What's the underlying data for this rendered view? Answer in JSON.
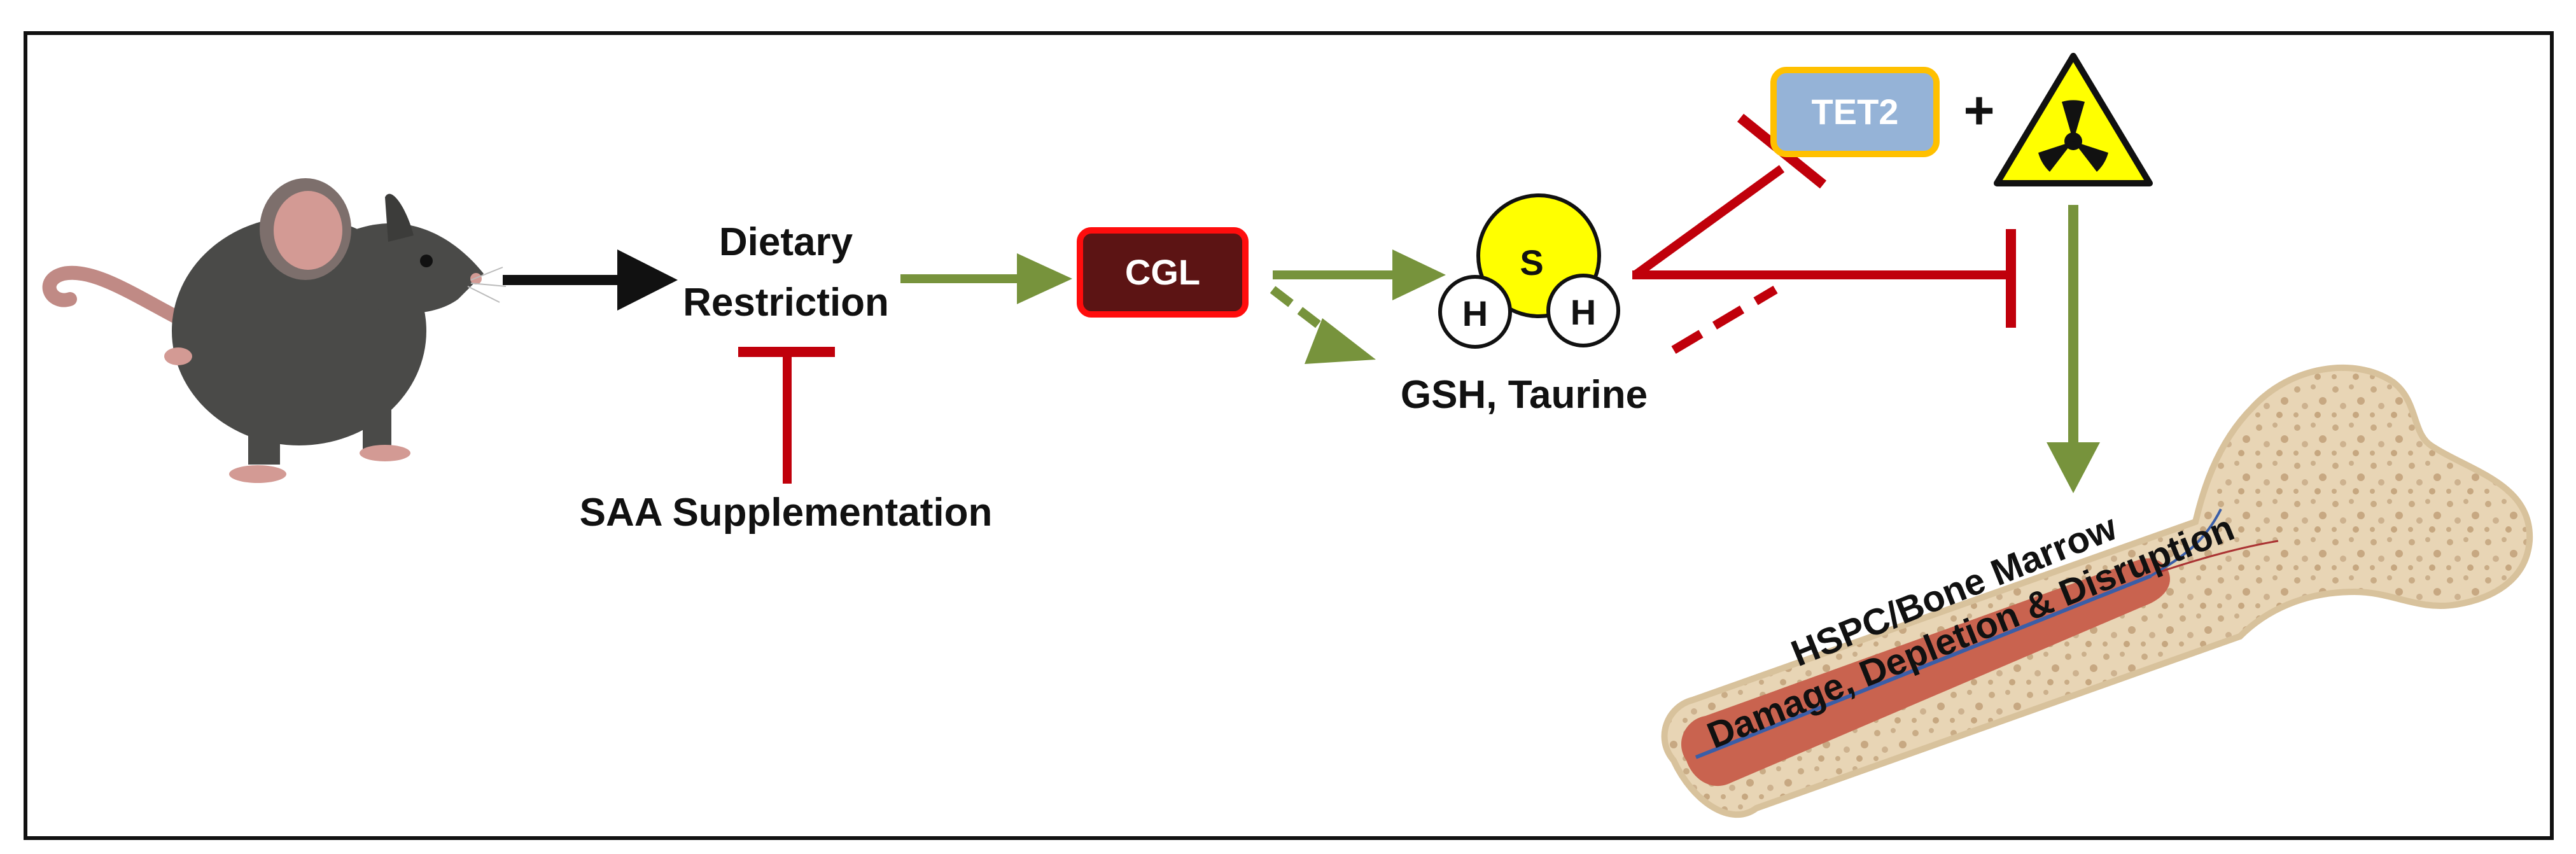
{
  "nodes": {
    "diet_line1": "Dietary",
    "diet_line2": "Restriction",
    "cgl": "CGL",
    "saa": "SAA Supplementation",
    "h2s_s": "S",
    "h2s_h": "H",
    "gsh": "GSH, Taurine",
    "tet2": "TET2",
    "plus": "+",
    "bone_line1": "HSPC/Bone Marrow",
    "bone_line2": "Damage, Depletion & Disruption"
  },
  "icons": {
    "mouse": "mouse-icon",
    "radiation": "radiation-hazard-icon",
    "bone": "femur-bone-icon"
  },
  "colors": {
    "activation_arrow": "#77933c",
    "inhibition": "#c0000b",
    "cgl_fill": "#5c1414",
    "cgl_border": "#ff0d0d",
    "tet2_fill": "#95b3d7",
    "tet2_border": "#ffc000",
    "sulfur": "#ffff00",
    "hazard": "#ffff00"
  }
}
